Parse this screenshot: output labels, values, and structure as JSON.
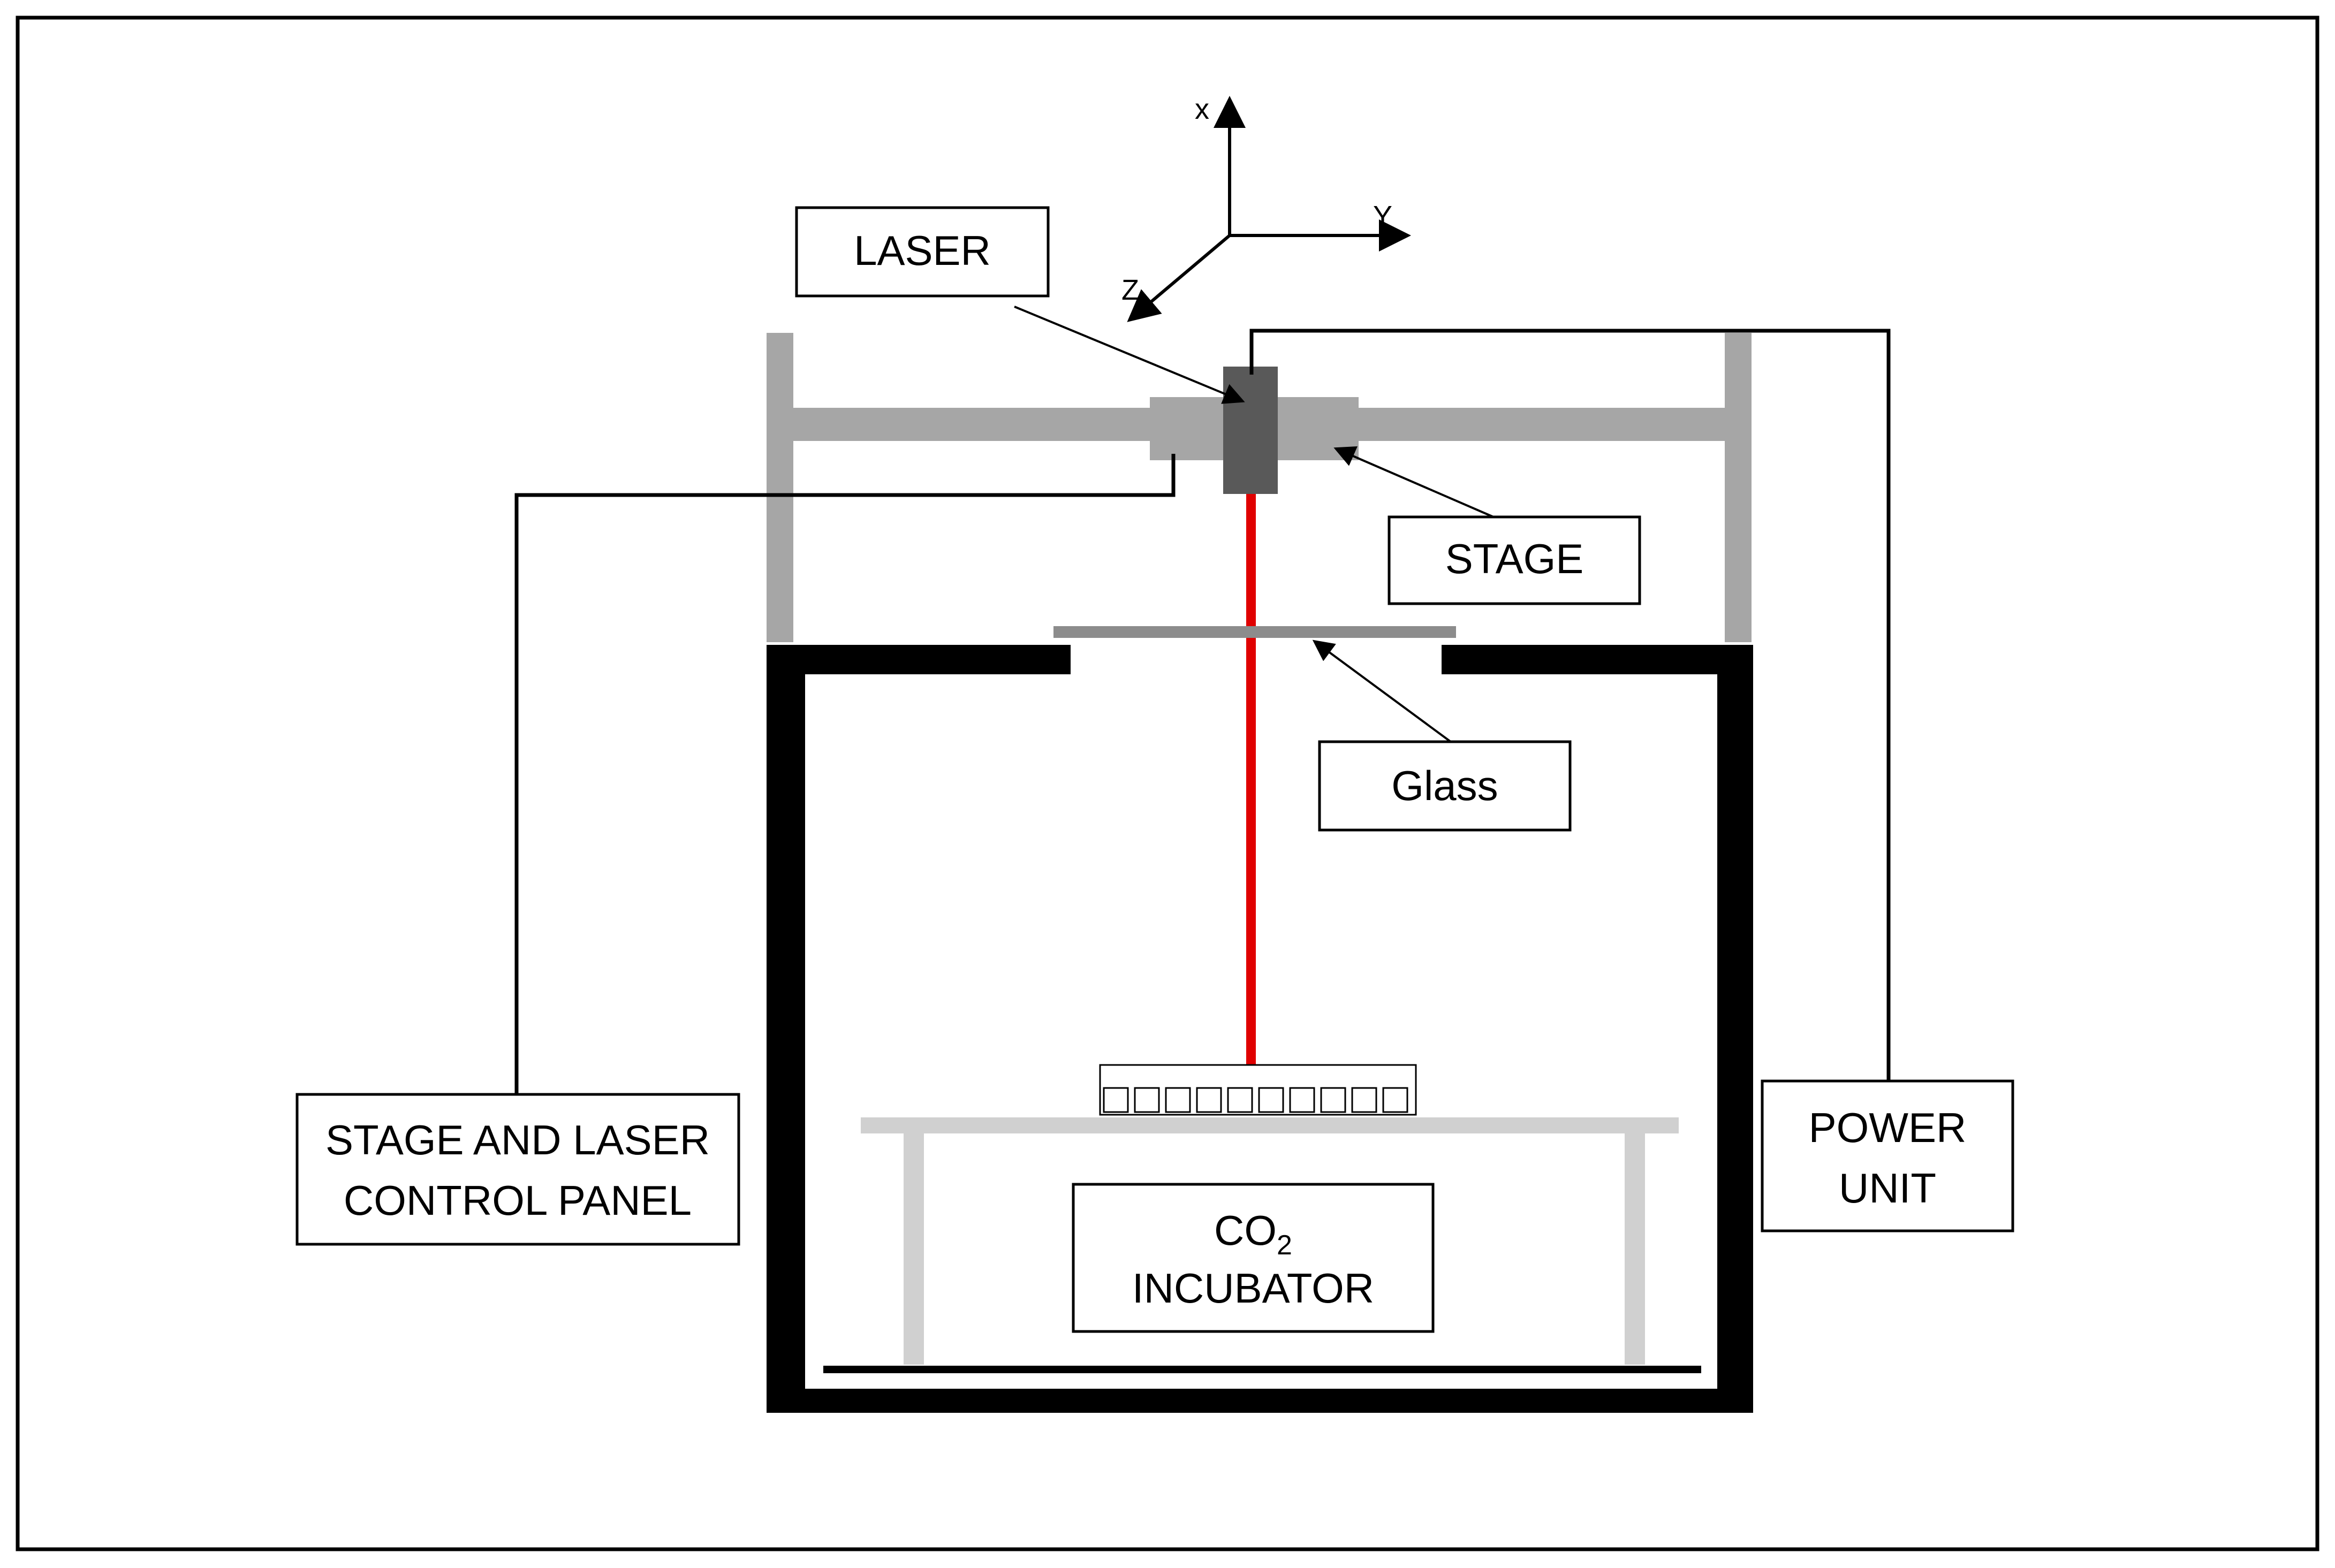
{
  "axes": {
    "x_label": "x",
    "y_label": "Y",
    "z_label": "Z"
  },
  "labels": {
    "laser": "LASER",
    "stage": "STAGE",
    "glass": "Glass",
    "control_panel_line1": "STAGE AND LASER",
    "control_panel_line2": "CONTROL PANEL",
    "power_unit_line1": "POWER",
    "power_unit_line2": "UNIT",
    "incubator_co": "CO",
    "incubator_sub": "2",
    "incubator_line2": "INCUBATOR"
  },
  "well_count": 10,
  "colors": {
    "frame": "#000000",
    "stage_gantry": "#a6a6a6",
    "stage_carriage": "#a6a6a6",
    "laser_head": "#595959",
    "glass": "#8c8c8c",
    "laser_beam": "#e00000",
    "incubator_wall": "#000000",
    "table": "#d0d0d0"
  }
}
